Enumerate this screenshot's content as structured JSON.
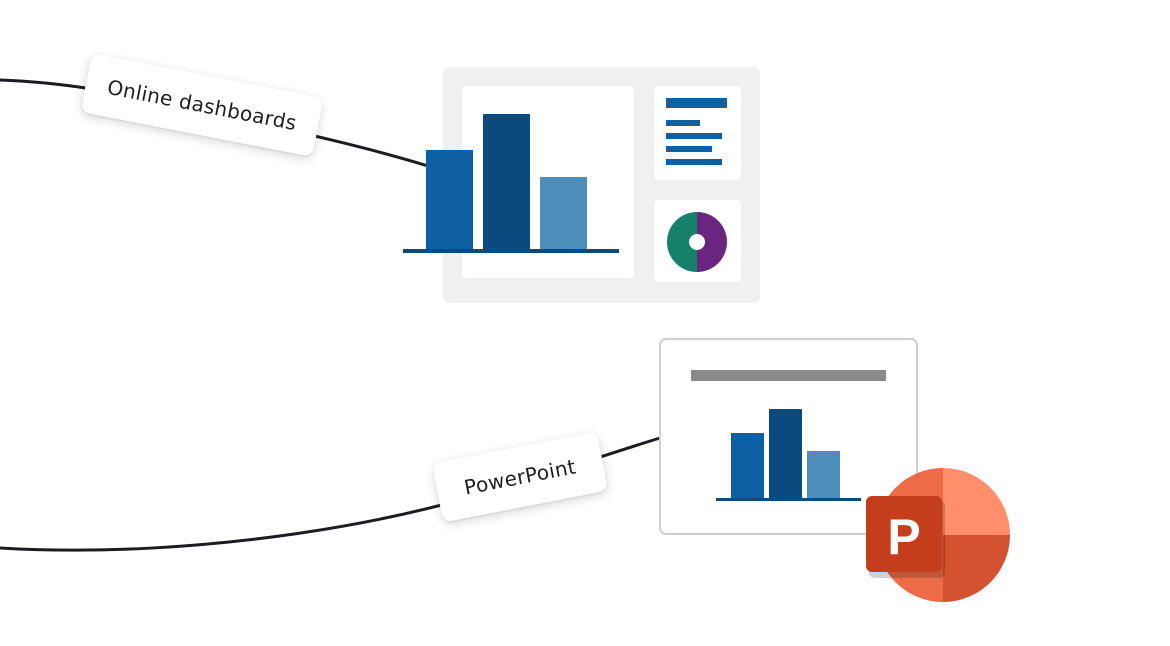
{
  "labels": {
    "online_dashboards": "Online dashboards",
    "powerpoint": "PowerPoint"
  },
  "icons": {
    "dashboard": "dashboard-panel-icon",
    "slide": "slide-icon",
    "powerpoint_app": "powerpoint-logo-icon",
    "powerpoint_letter": "P"
  },
  "colors": {
    "connector": "#1b1b22",
    "panel_bg": "#f0f0f0",
    "bar_mid": "#0f5fa3",
    "bar_dark": "#0b4a7e",
    "bar_light": "#4d8db9",
    "donut_green": "#17806a",
    "donut_purple": "#6a2580",
    "slide_title_bar": "#8a8a8a",
    "ppt_orange_light": "#ff8f6b",
    "ppt_orange": "#ed6c47",
    "ppt_red": "#d35230",
    "ppt_square": "#c43e1c"
  }
}
